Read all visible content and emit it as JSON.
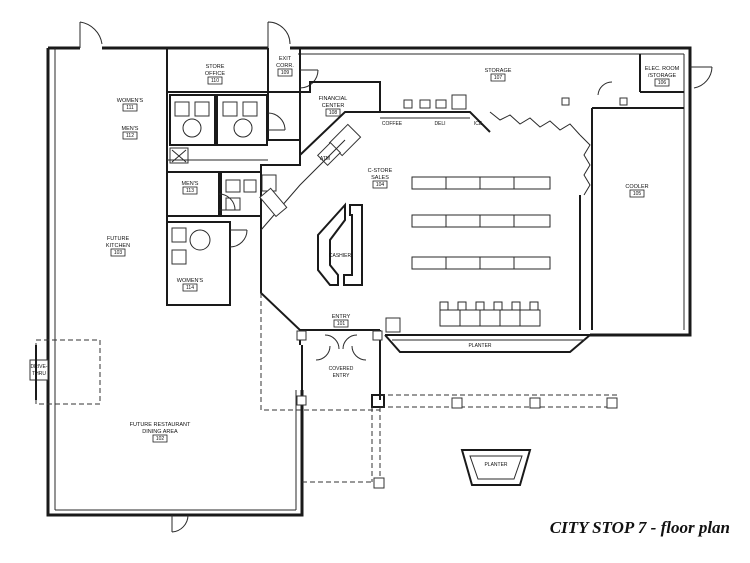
{
  "caption": "CITY STOP 7 - floor plan",
  "rooms": {
    "womens_111": {
      "name": "WOMEN'S",
      "number": "111"
    },
    "mens_112": {
      "name": "MEN'S",
      "number": "112"
    },
    "store_office": {
      "name": "STORE\nOFFICE",
      "number": "110"
    },
    "exit_corr": {
      "name": "EXIT\nCORR.",
      "number": "109"
    },
    "financial_center": {
      "name": "FINANCIAL\nCENTER",
      "number": "108"
    },
    "storage": {
      "name": "STORAGE",
      "number": "107"
    },
    "elec_room": {
      "name": "ELEC. ROOM\n/STORAGE",
      "number": "106"
    },
    "mens_113": {
      "name": "MEN'S",
      "number": "113"
    },
    "womens_114": {
      "name": "WOMEN'S",
      "number": "114"
    },
    "future_kitchen": {
      "name": "FUTURE\nKITCHEN",
      "number": "103"
    },
    "cstore_sales": {
      "name": "C-STORE\nSALES",
      "number": "104"
    },
    "cooler": {
      "name": "COOLER",
      "number": "105"
    },
    "entry": {
      "name": "ENTRY",
      "number": "101"
    },
    "future_restaurant": {
      "name": "FUTURE RESTAURANT\nDINING AREA",
      "number": "102"
    }
  },
  "labels": {
    "coffee": "COFFEE",
    "deli": "DELI",
    "ice": "ICE",
    "cashier": "CASHIER",
    "planter_front": "PLANTER",
    "planter_island": "PLANTER",
    "covered_entry": "COVERED\nENTRY",
    "drive_thru": "DRIVE-\nTHRU",
    "atm": "ATM"
  }
}
